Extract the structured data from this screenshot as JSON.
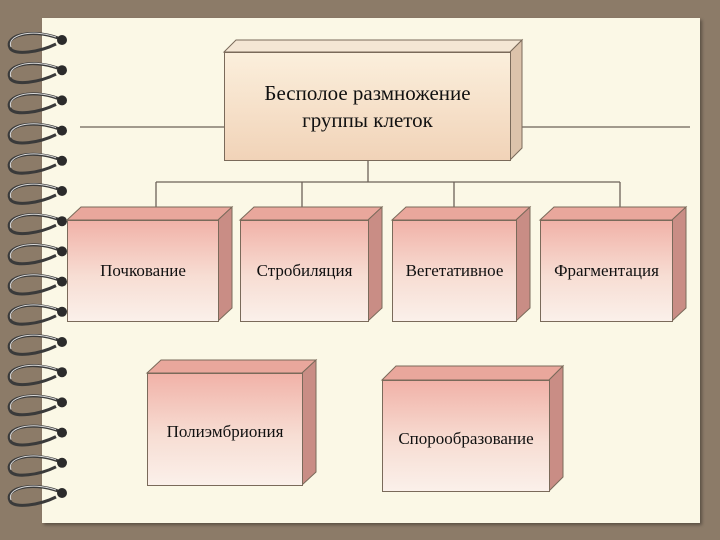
{
  "diagram": {
    "root": {
      "line1": "Бесполое размножение",
      "line2": "группы клеток"
    },
    "row1": [
      "Почкование",
      "Стробиляция",
      "Вегетативное",
      "Фрагментация"
    ],
    "row2": [
      "Полиэмбриония",
      "Спорообразование"
    ]
  },
  "colors": {
    "background": "#8c7b68",
    "page": "#fbf8e6",
    "box_main": "#f1d3b8",
    "box_sub": "#f1b2a8"
  }
}
